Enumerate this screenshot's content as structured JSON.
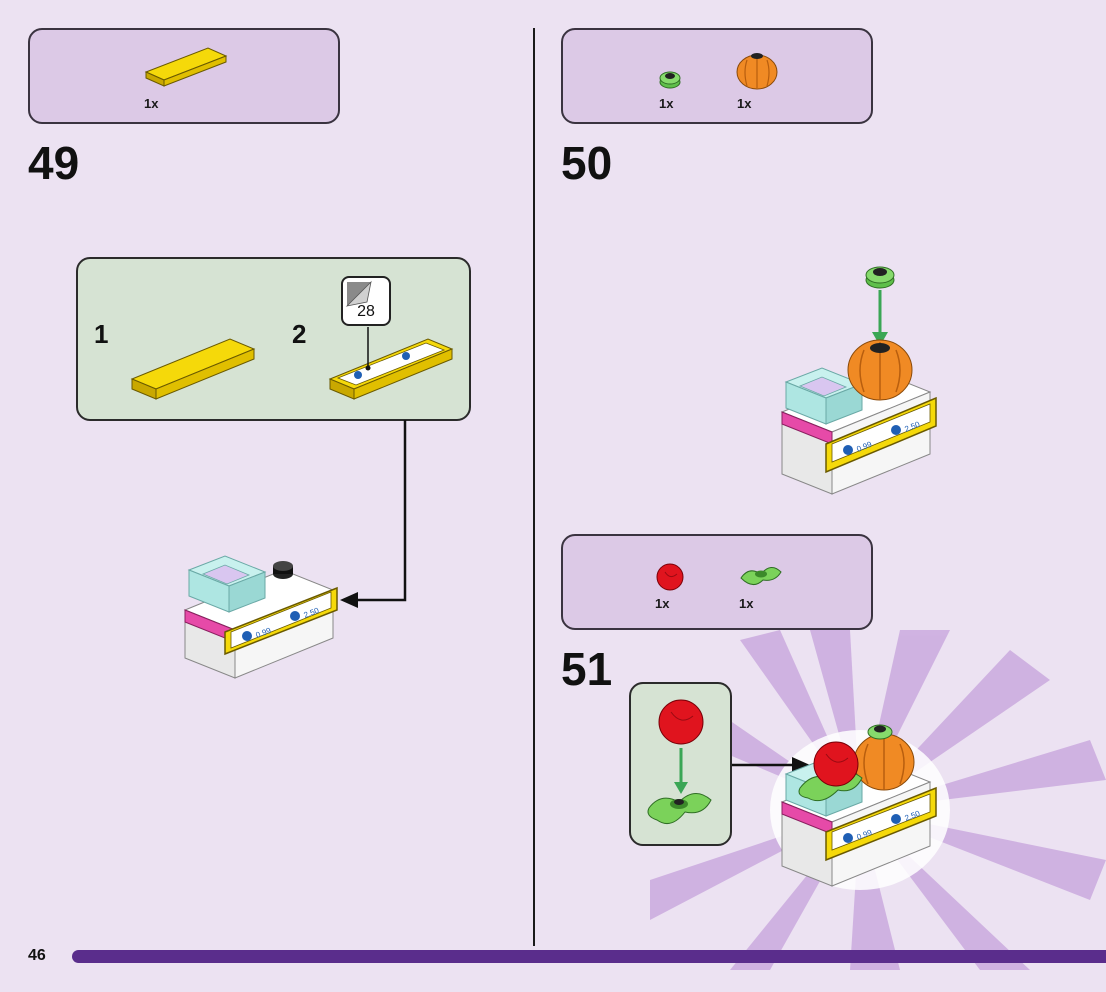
{
  "page": {
    "number": "46"
  },
  "steps": [
    {
      "number": "49",
      "parts": [
        {
          "name": "yellow-tile",
          "qty": "1x"
        }
      ],
      "substeps": [
        {
          "label": "1"
        },
        {
          "label": "2"
        }
      ],
      "sticker_sheet_number": "28"
    },
    {
      "number": "50",
      "parts": [
        {
          "name": "green-round-plate",
          "qty": "1x"
        },
        {
          "name": "orange-pumpkin",
          "qty": "1x"
        }
      ]
    },
    {
      "number": "51",
      "parts": [
        {
          "name": "red-ball",
          "qty": "1x"
        },
        {
          "name": "green-leaf-plate",
          "qty": "1x"
        }
      ]
    }
  ],
  "tile_prices": {
    "left": "0.99",
    "right": "2.50"
  },
  "colors": {
    "background": "#ece2f2",
    "parts_box": "#dcc9e6",
    "substep_box": "#d6e3d3",
    "footer_bar": "#5a2d8c",
    "tile_yellow": "#f5d90a",
    "pumpkin_orange": "#f08a24",
    "leaf_green": "#7bd25a",
    "ball_red": "#e0141e",
    "arrow_green": "#3aa655",
    "pink": "#e64aa8"
  }
}
